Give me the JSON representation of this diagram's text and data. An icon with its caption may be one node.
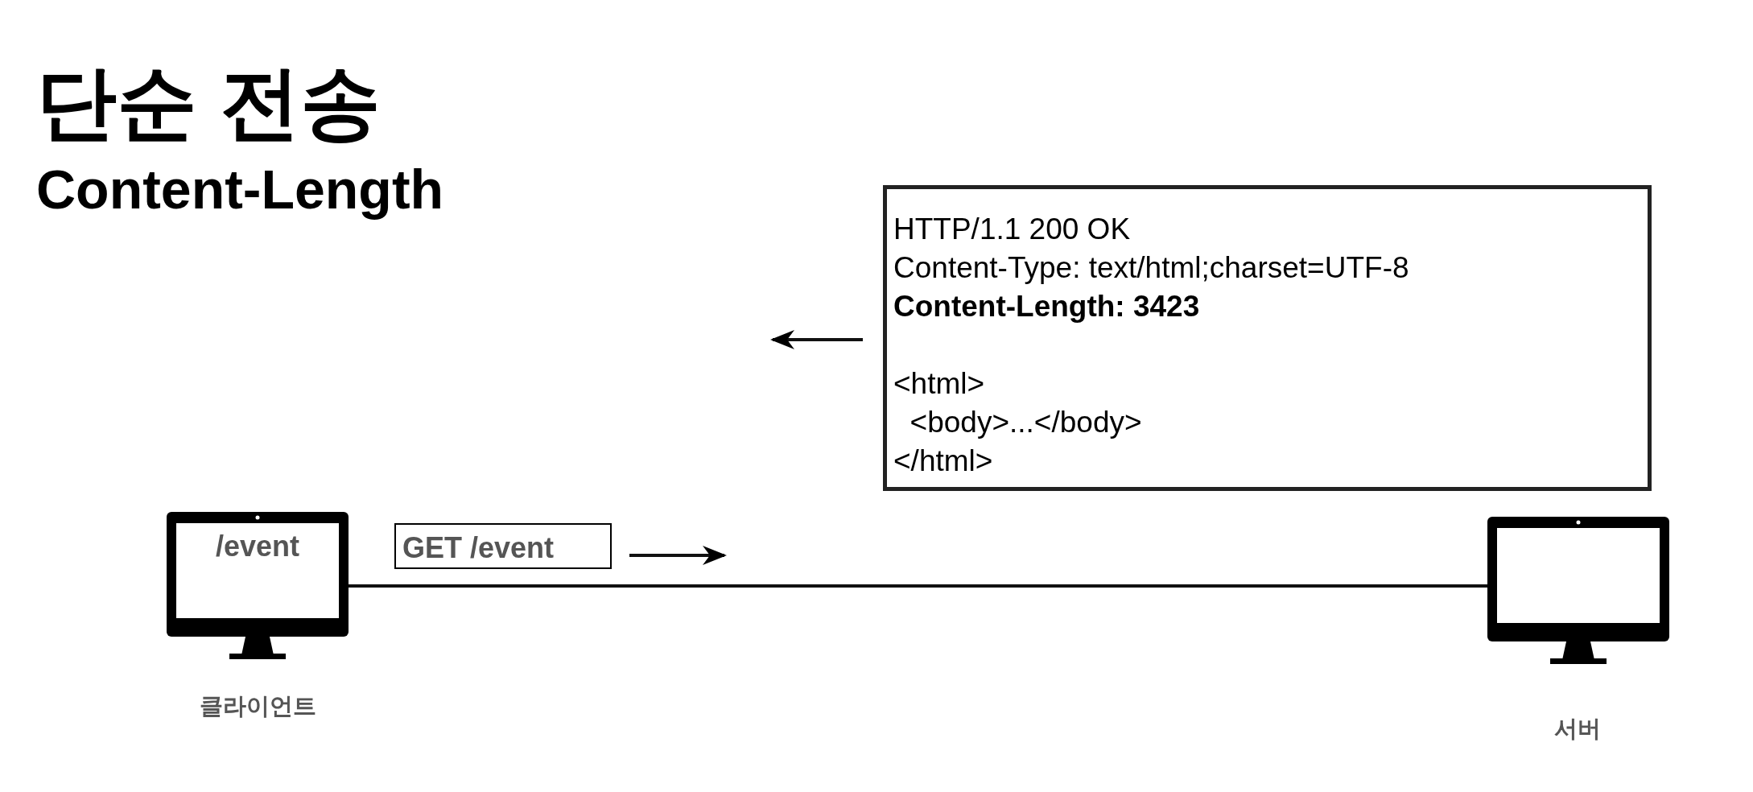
{
  "diagram": {
    "title": "단순 전송",
    "nodes": [
      {
        "text": [
          "/event"
        ],
        "beside": [
          "클라이언트"
        ]
      },
      {
        "text": [],
        "shape": "monitor",
        "beside": [
          "서버"
        ]
      },
      {
        "text": [
          "GET /event"
        ]
      },
      {
        "text": [
          "HTTP/1.1 200 OK",
          "Content-Type: text/html;charset=UTF-8",
          "**Content-Length: 3423**",
          "<html>",
          "  <body>...</body>",
          "</html>"
        ]
      }
    ],
    "edges": [
      {
        "from": 0,
        "to": 1,
        "arrow": "none"
      }
    ],
    "labels": [
      "Content-Length"
    ]
  }
}
